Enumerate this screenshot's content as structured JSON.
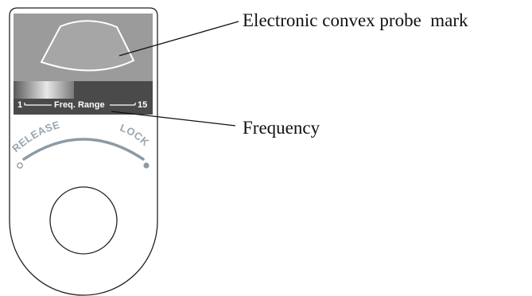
{
  "label_panel": {
    "freq_min": "1",
    "freq_label": "Freq. Range",
    "freq_max": "15"
  },
  "ring": {
    "release_label": "RELEASE",
    "lock_label": "LOCK"
  },
  "callouts": {
    "probe_mark": "Electronic convex probe  mark",
    "frequency": "Frequency"
  },
  "icons": [
    "convex-probe-icon",
    "release-dot-icon",
    "lock-dot-icon",
    "knob-circle-icon"
  ],
  "colors": {
    "panel_gray": "#9b9b9b",
    "freq_bar_dark": "#4a4a4a",
    "arc_blue_gray": "#8c9aa5",
    "outline": "#222222"
  }
}
